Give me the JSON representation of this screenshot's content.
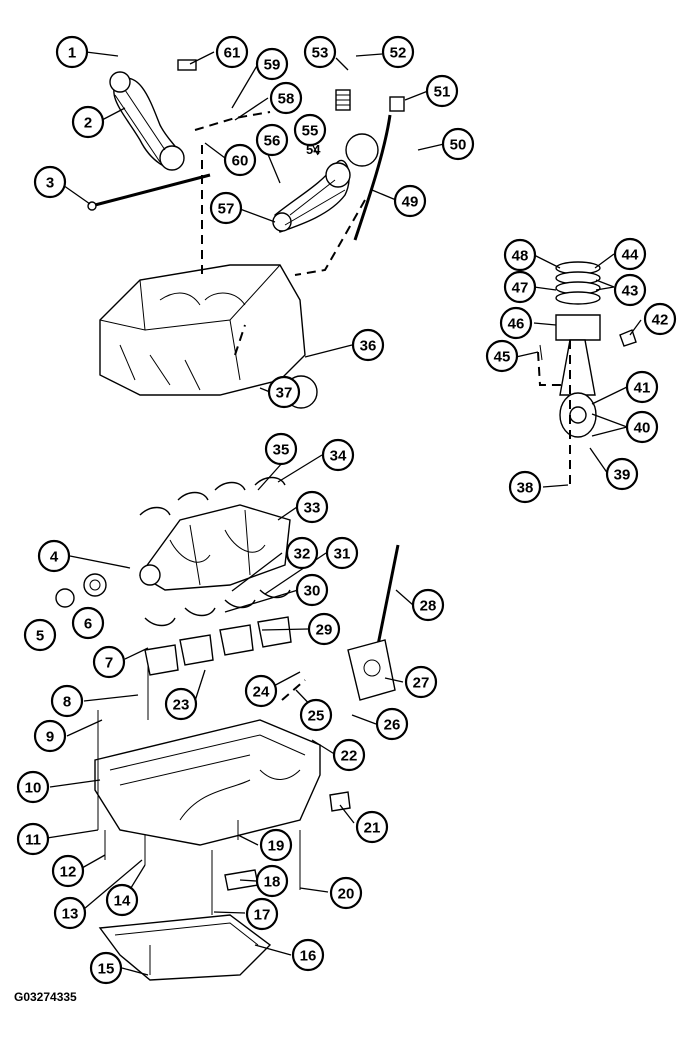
{
  "figure_code": "G03274335",
  "callouts": [
    {
      "n": "1"
    },
    {
      "n": "2"
    },
    {
      "n": "3"
    },
    {
      "n": "4"
    },
    {
      "n": "5"
    },
    {
      "n": "6"
    },
    {
      "n": "7"
    },
    {
      "n": "8"
    },
    {
      "n": "9"
    },
    {
      "n": "10"
    },
    {
      "n": "11"
    },
    {
      "n": "12"
    },
    {
      "n": "13"
    },
    {
      "n": "14"
    },
    {
      "n": "15"
    },
    {
      "n": "16"
    },
    {
      "n": "17"
    },
    {
      "n": "18"
    },
    {
      "n": "19"
    },
    {
      "n": "20"
    },
    {
      "n": "21"
    },
    {
      "n": "22"
    },
    {
      "n": "23"
    },
    {
      "n": "24"
    },
    {
      "n": "25"
    },
    {
      "n": "26"
    },
    {
      "n": "27"
    },
    {
      "n": "28"
    },
    {
      "n": "29"
    },
    {
      "n": "30"
    },
    {
      "n": "31"
    },
    {
      "n": "32"
    },
    {
      "n": "33"
    },
    {
      "n": "34"
    },
    {
      "n": "35"
    },
    {
      "n": "36"
    },
    {
      "n": "37"
    },
    {
      "n": "38"
    },
    {
      "n": "39"
    },
    {
      "n": "40"
    },
    {
      "n": "41"
    },
    {
      "n": "42"
    },
    {
      "n": "43"
    },
    {
      "n": "44"
    },
    {
      "n": "45"
    },
    {
      "n": "46"
    },
    {
      "n": "47"
    },
    {
      "n": "48"
    },
    {
      "n": "49"
    },
    {
      "n": "50"
    },
    {
      "n": "51"
    },
    {
      "n": "52"
    },
    {
      "n": "53"
    },
    {
      "n": "54"
    },
    {
      "n": "55"
    },
    {
      "n": "56"
    },
    {
      "n": "57"
    },
    {
      "n": "58"
    },
    {
      "n": "59"
    },
    {
      "n": "60"
    },
    {
      "n": "61"
    }
  ]
}
